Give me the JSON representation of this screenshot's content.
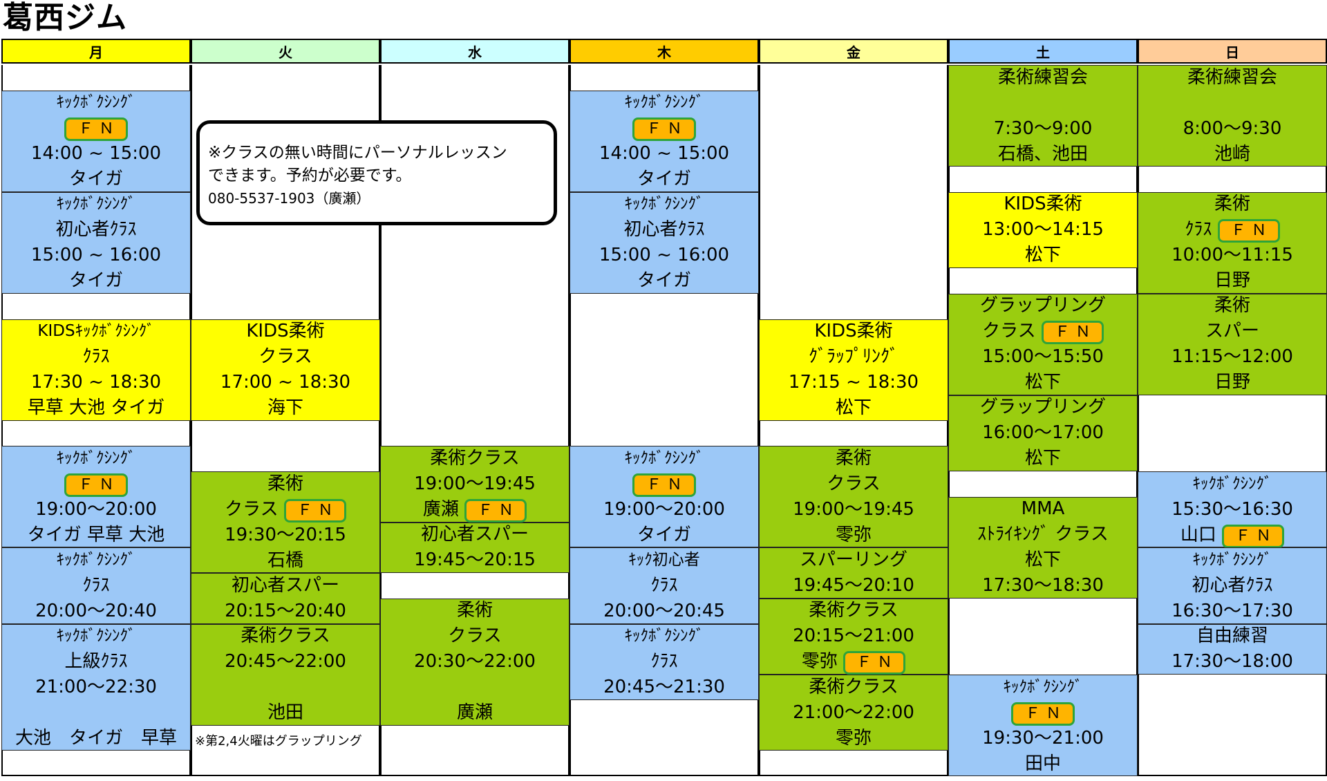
{
  "title": "葛西ジム",
  "days": [
    {
      "label": "月",
      "color": "#ffff00"
    },
    {
      "label": "火",
      "color": "#ccffcc"
    },
    {
      "label": "水",
      "color": "#ccffff"
    },
    {
      "label": "木",
      "color": "#ffcc00"
    },
    {
      "label": "金",
      "color": "#ffff99"
    },
    {
      "label": "土",
      "color": "#99ccff"
    },
    {
      "label": "日",
      "color": "#ffcc99"
    }
  ],
  "fn_label": "ＦＮ",
  "note": {
    "line1": "※クラスの無い時間にパーソナルレッスン",
    "line2": "できます。予約が必要です。",
    "line3": "080-5537-1903（廣瀬）"
  },
  "tuesday_note": "※第2,4火曜はグラップリング",
  "schedule": {
    "mon": [
      {
        "lines": [
          "ｷｯｸﾎﾞｸｼﾝｸﾞ",
          "[FN]",
          "14:00 ~ 15:00",
          "タイガ"
        ]
      },
      {
        "lines": [
          "ｷｯｸﾎﾞｸｼﾝｸﾞ",
          "初心者ｸﾗｽ",
          "15:00 ~ 16:00",
          "タイガ"
        ]
      },
      {
        "lines": [
          "KIDSｷｯｸﾎﾞｸｼﾝｸﾞ",
          "ｸﾗｽ",
          "17:30 ~ 18:30",
          "早草 大池 タイガ"
        ]
      },
      {
        "lines": [
          "ｷｯｸﾎﾞｸｼﾝｸﾞ",
          "[FN]",
          "19:00～20:00",
          "タイガ 早草 大池"
        ]
      },
      {
        "lines": [
          "ｷｯｸﾎﾞｸｼﾝｸﾞ",
          "ｸﾗｽ",
          "20:00～20:40"
        ]
      },
      {
        "lines": [
          "ｷｯｸﾎﾞｸｼﾝｸﾞ",
          "上級ｸﾗｽ",
          "21:00～22:30",
          "",
          "大池　タイガ　早草"
        ]
      }
    ],
    "tue": [
      {
        "lines": [
          "KIDS柔術",
          "クラス",
          "17:00 ~ 18:30",
          "海下"
        ]
      },
      {
        "lines": [
          "柔術",
          "クラス"
        ],
        "fn_after_line": 1,
        "extra": [
          "19:30～20:15",
          "石橋"
        ]
      },
      {
        "lines": [
          "初心者スパー",
          "20:15～20:40"
        ]
      },
      {
        "lines": [
          "柔術クラス",
          "20:45～22:00",
          "",
          "池田"
        ]
      }
    ],
    "wed": [
      {
        "lines": [
          "柔術クラス",
          "19:00～19:45",
          "廣瀬"
        ]
      },
      {
        "lines": [
          "初心者スパー",
          "19:45～20:15"
        ]
      },
      {
        "lines": [
          "柔術",
          "クラス",
          "20:30～22:00",
          "",
          "廣瀬"
        ]
      }
    ],
    "thu": [
      {
        "lines": [
          "ｷｯｸﾎﾞｸｼﾝｸﾞ",
          "[FN]",
          "14:00 ~ 15:00",
          "タイガ"
        ]
      },
      {
        "lines": [
          "ｷｯｸﾎﾞｸｼﾝｸﾞ",
          "初心者ｸﾗｽ",
          "15:00 ~ 16:00",
          "タイガ"
        ]
      },
      {
        "lines": [
          "ｷｯｸﾎﾞｸｼﾝｸﾞ",
          "[FN]",
          "19:00～20:00",
          "タイガ"
        ]
      },
      {
        "lines": [
          "ｷｯｸ初心者",
          "ｸﾗｽ",
          "20:00～20:45"
        ]
      },
      {
        "lines": [
          "ｷｯｸﾎﾞｸｼﾝｸﾞ",
          "ｸﾗｽ",
          "20:45～21:30"
        ]
      }
    ],
    "fri": [
      {
        "lines": [
          "KIDS柔術",
          "ｸﾞﾗｯﾌﾟﾘﾝｸﾞ",
          "17:15 ~ 18:30",
          "松下"
        ]
      },
      {
        "lines": [
          "柔術",
          "クラス",
          "19:00～19:45",
          "零弥"
        ]
      },
      {
        "lines": [
          "スパーリング",
          "19:45～20:10"
        ]
      },
      {
        "lines": [
          "柔術クラス",
          "20:15～21:00",
          "零弥"
        ]
      },
      {
        "lines": [
          "柔術クラス",
          "21:00～22:00",
          "零弥"
        ]
      }
    ],
    "sat": [
      {
        "lines": [
          "柔術練習会",
          "",
          "7:30～9:00",
          "石橋、池田"
        ]
      },
      {
        "lines": [
          "KIDS柔術",
          "13:00～14:15",
          "松下"
        ]
      },
      {
        "lines": [
          "グラップリング",
          "クラス",
          "15:00～15:50",
          "松下"
        ]
      },
      {
        "lines": [
          "グラップリング",
          "16:00～17:00",
          "松下"
        ]
      },
      {
        "lines": [
          "MMA",
          "ｽﾄﾗｲｷﾝｸﾞ クラス",
          "松下",
          "17:30～18:30"
        ]
      },
      {
        "lines": [
          "ｷｯｸﾎﾞｸｼﾝｸﾞ",
          "[FN]",
          "19:30～21:00",
          "田中"
        ]
      }
    ],
    "sun": [
      {
        "lines": [
          "柔術練習会",
          "",
          "8:00～9:30",
          "池崎"
        ]
      },
      {
        "lines": [
          "柔術",
          "ｸﾗｽ",
          "10:00～11:15",
          "日野"
        ]
      },
      {
        "lines": [
          "柔術",
          "スパー",
          "11:15～12:00",
          "日野"
        ]
      },
      {
        "lines": [
          "ｷｯｸﾎﾞｸｼﾝｸﾞ",
          "15:30～16:30",
          "山口"
        ]
      },
      {
        "lines": [
          "ｷｯｸﾎﾞｸｼﾝｸﾞ",
          "初心者ｸﾗｽ",
          "16:30～17:30"
        ]
      },
      {
        "lines": [
          "自由練習",
          "17:30～18:00"
        ]
      }
    ]
  }
}
